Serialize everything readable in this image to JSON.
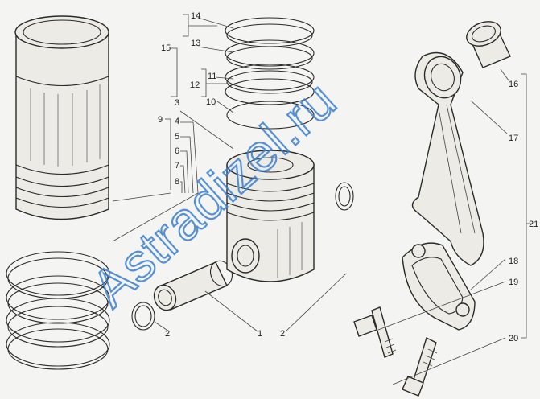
{
  "watermark": "Astradizel.ru",
  "callouts": {
    "c1": "1",
    "c2a": "2",
    "c2b": "2",
    "c3": "3",
    "c4": "4",
    "c5": "5",
    "c6": "6",
    "c7": "7",
    "c8": "8",
    "c9": "9",
    "c10": "10",
    "c11": "11",
    "c12": "12",
    "c13": "13",
    "c14": "14",
    "c15": "15",
    "c16": "16",
    "c17": "17",
    "c18": "18",
    "c19": "19",
    "c20": "20",
    "c21": "21"
  }
}
